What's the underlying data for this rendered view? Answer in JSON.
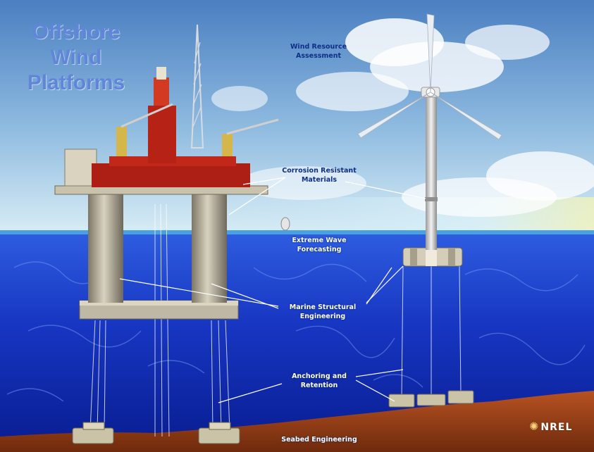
{
  "title": {
    "line1": "Offshore",
    "line2": "Wind",
    "line3": "Platforms"
  },
  "labels": {
    "wind_resource_line1": "Wind Resource",
    "wind_resource_line2": "Assessment",
    "corrosion_line1": "Corrosion Resistant",
    "corrosion_line2": "Materials",
    "extreme_wave_line1": "Extreme Wave",
    "extreme_wave_line2": "Forecasting",
    "marine_line1": "Marine Structural",
    "marine_line2": "Engineering",
    "anchoring_line1": "Anchoring and",
    "anchoring_line2": "Retention",
    "seabed": "Seabed Engineering"
  },
  "logo": {
    "text": "NREL"
  },
  "colors": {
    "sky_top": "#4a7fc1",
    "sky_bottom": "#cfe4f3",
    "ocean_top": "#2a52d8",
    "ocean_bottom": "#0a1f96",
    "seabed": "#9c3f14",
    "platform_red": "#b01f14",
    "title_blue": "#5f86d9",
    "leader_line": "#ffffff"
  }
}
